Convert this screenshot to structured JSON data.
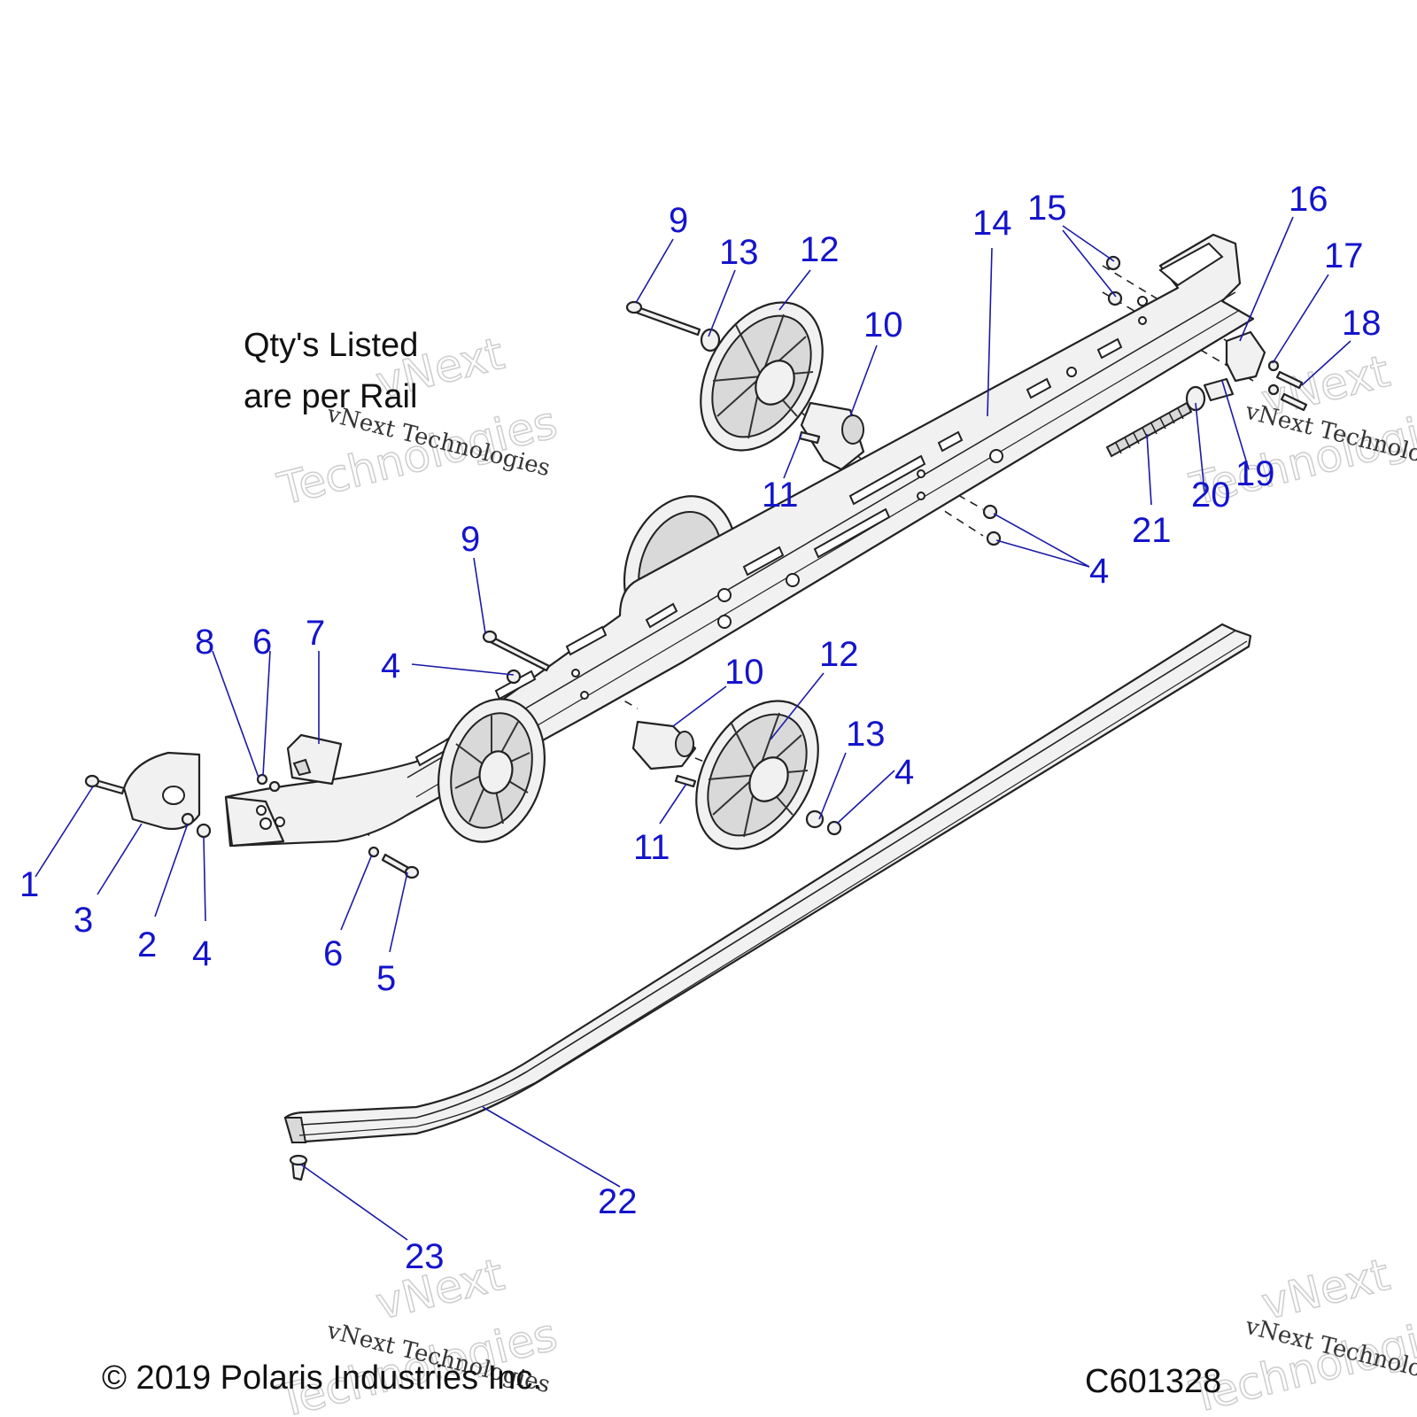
{
  "note": {
    "line1": "Qty's Listed",
    "line2": "are per Rail"
  },
  "copyright": "© 2019 Polaris Industries Inc.",
  "diagram_id": "C601328",
  "watermark": {
    "brand": "vNext",
    "word": "Technologies",
    "full": "vNext Technologies"
  },
  "colors": {
    "callout": "#1414cc",
    "outline": "#222222",
    "part_fill": "#f1f1f1"
  },
  "callouts": [
    {
      "label": "1"
    },
    {
      "label": "2"
    },
    {
      "label": "3"
    },
    {
      "label": "4"
    },
    {
      "label": "4"
    },
    {
      "label": "4"
    },
    {
      "label": "4"
    },
    {
      "label": "5"
    },
    {
      "label": "6"
    },
    {
      "label": "6"
    },
    {
      "label": "7"
    },
    {
      "label": "8"
    },
    {
      "label": "9"
    },
    {
      "label": "9"
    },
    {
      "label": "10"
    },
    {
      "label": "10"
    },
    {
      "label": "11"
    },
    {
      "label": "11"
    },
    {
      "label": "12"
    },
    {
      "label": "12"
    },
    {
      "label": "13"
    },
    {
      "label": "13"
    },
    {
      "label": "14"
    },
    {
      "label": "15"
    },
    {
      "label": "16"
    },
    {
      "label": "17"
    },
    {
      "label": "18"
    },
    {
      "label": "19"
    },
    {
      "label": "20"
    },
    {
      "label": "21"
    },
    {
      "label": "22"
    },
    {
      "label": "23"
    }
  ]
}
